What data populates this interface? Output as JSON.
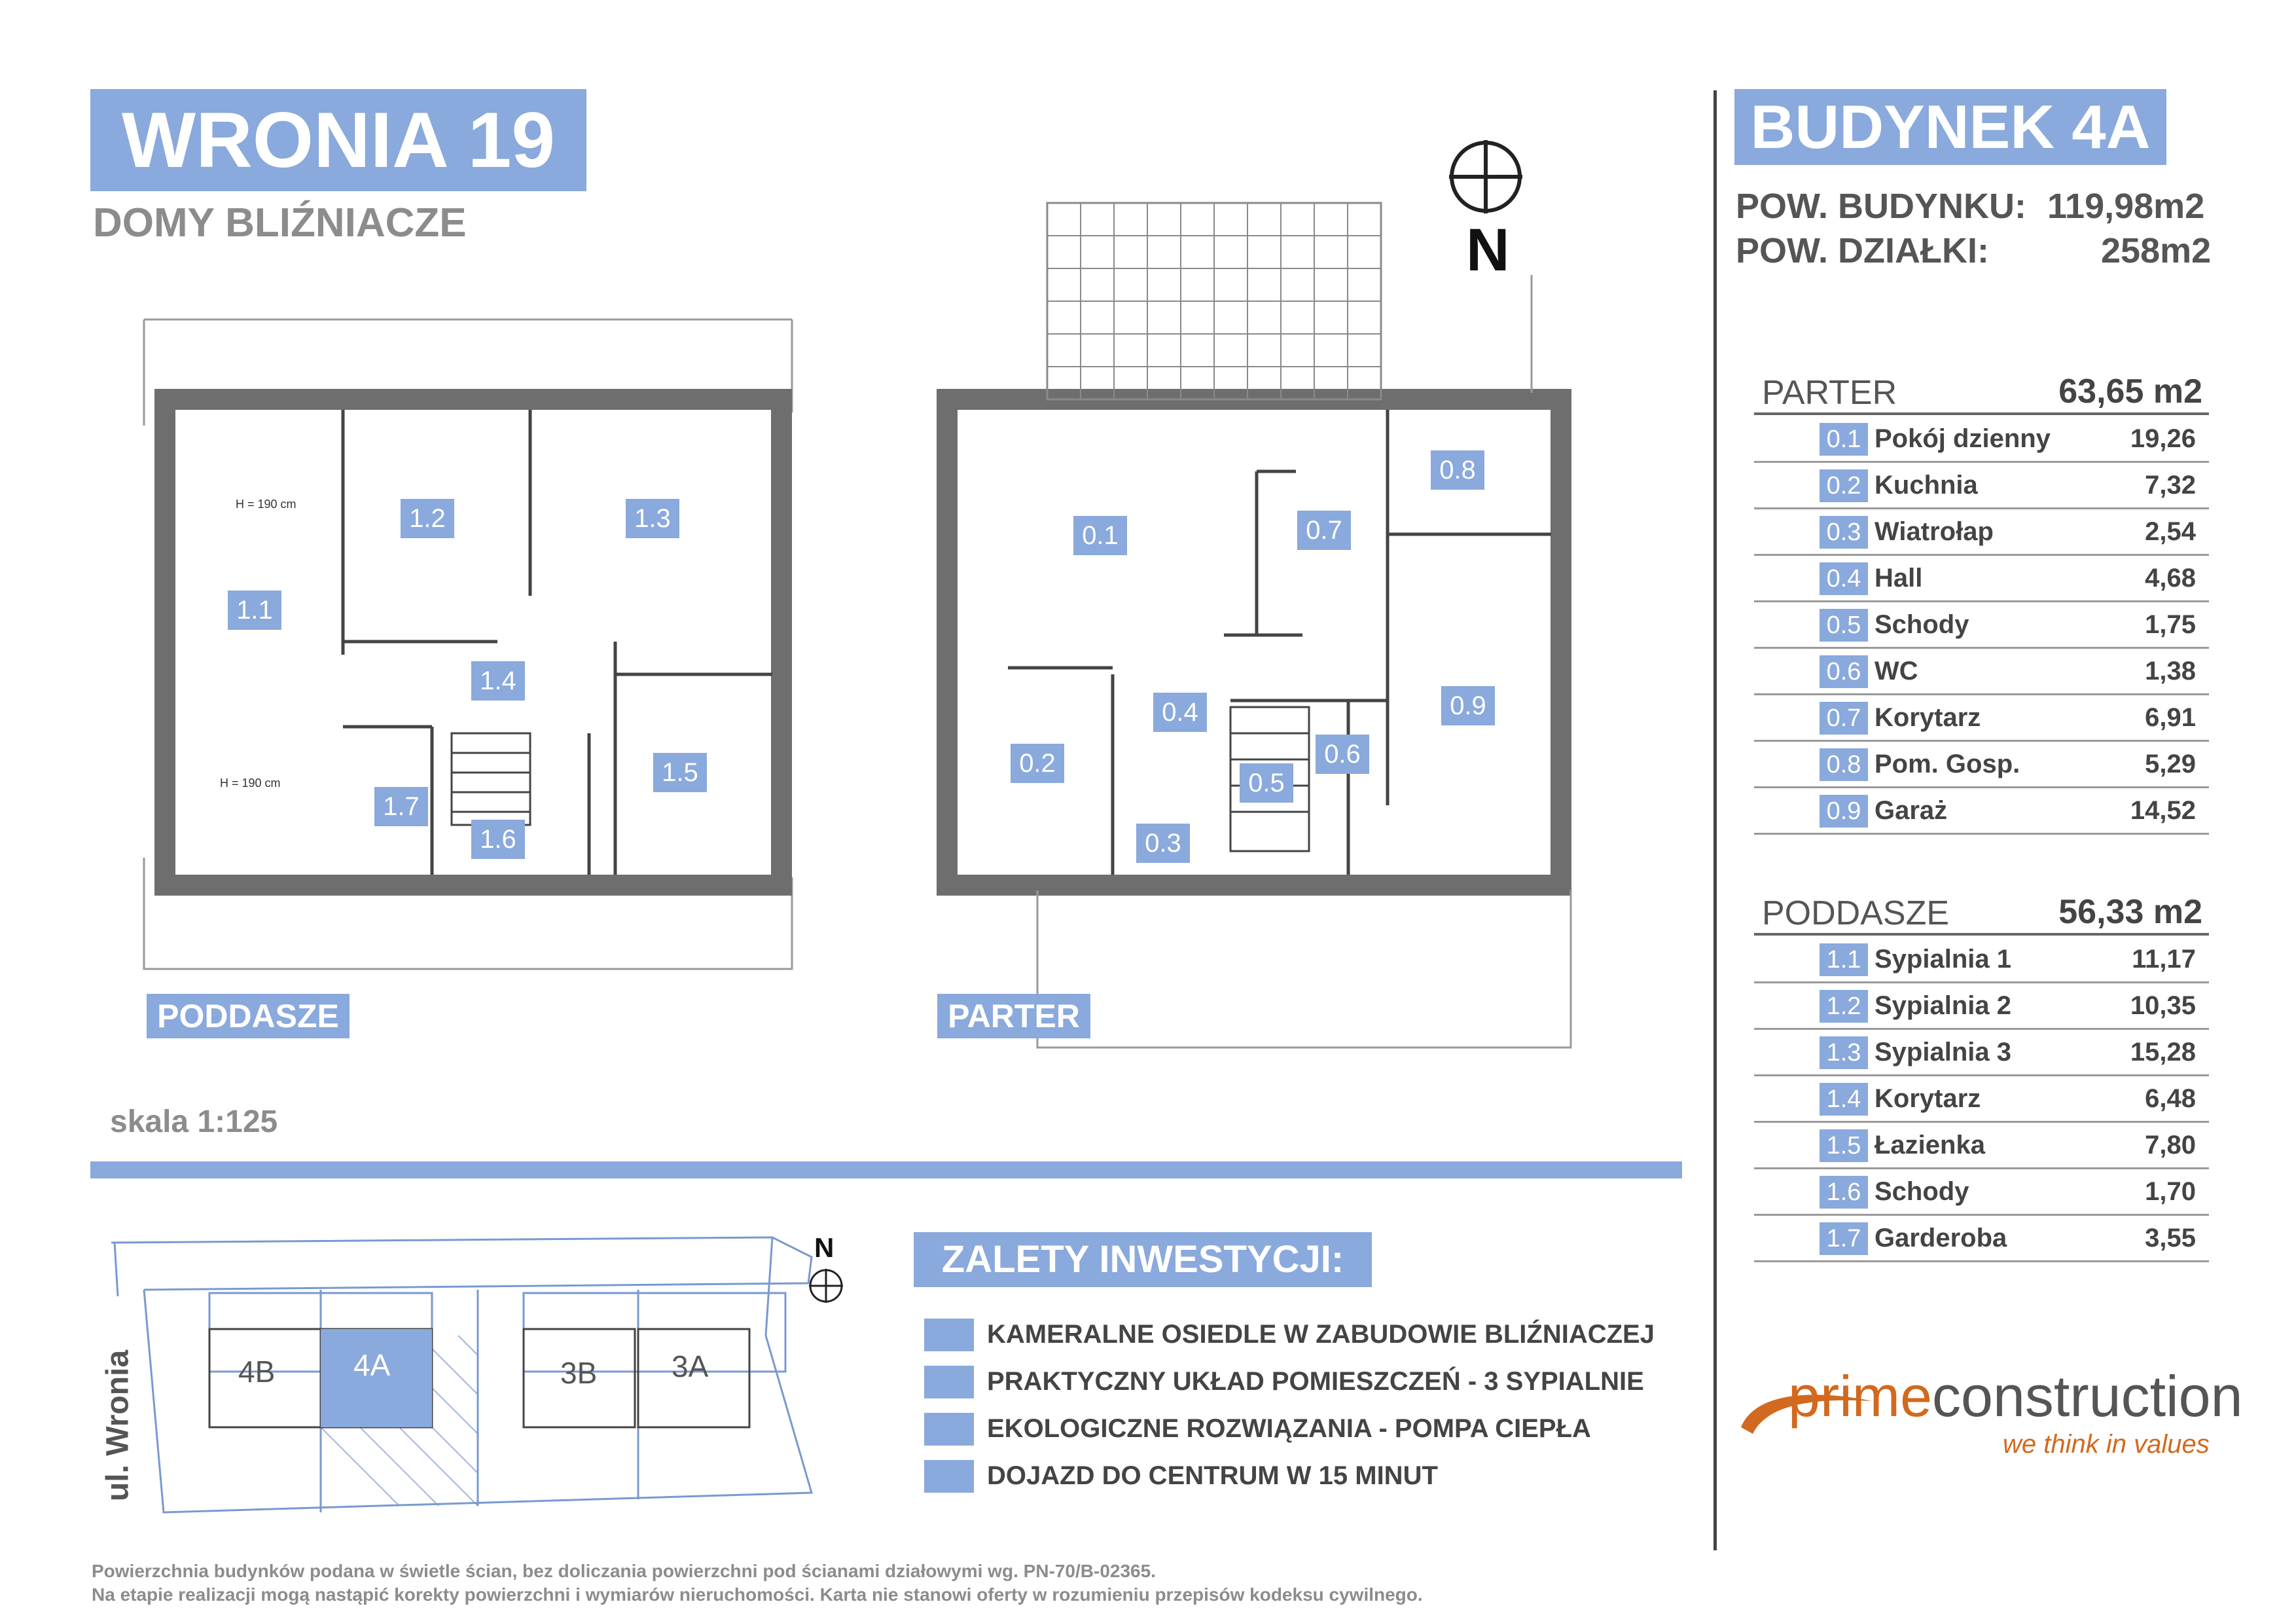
{
  "header": {
    "project_title": "WRONIA 19",
    "project_subtitle": "DOMY BLIŹNIACZE",
    "building_label": "BUDYNEK 4A",
    "building_area_label": "POW. BUDYNKU:",
    "building_area_value": "119,98m2",
    "plot_area_label": "POW. DZIAŁKI:",
    "plot_area_value": "258m2"
  },
  "compass": {
    "north_label": "N"
  },
  "plans": {
    "attic_label": "PODDASZE",
    "ground_label": "PARTER",
    "scale": "skala 1:125",
    "attic_rooms": [
      "1.1",
      "1.2",
      "1.3",
      "1.4",
      "1.5",
      "1.6",
      "1.7"
    ],
    "ground_rooms": [
      "0.1",
      "0.2",
      "0.3",
      "0.4",
      "0.5",
      "0.6",
      "0.7",
      "0.8",
      "0.9"
    ],
    "notes": {
      "h190_a": "H = 190 cm",
      "h190_b": "H = 190 cm"
    }
  },
  "parter": {
    "title": "PARTER",
    "total": "63,65 m2",
    "rooms": [
      {
        "num": "0.1",
        "name": "Pokój dzienny",
        "area": "19,26"
      },
      {
        "num": "0.2",
        "name": "Kuchnia",
        "area": "7,32"
      },
      {
        "num": "0.3",
        "name": "Wiatrołap",
        "area": "2,54"
      },
      {
        "num": "0.4",
        "name": "Hall",
        "area": "4,68"
      },
      {
        "num": "0.5",
        "name": "Schody",
        "area": "1,75"
      },
      {
        "num": "0.6",
        "name": "WC",
        "area": "1,38"
      },
      {
        "num": "0.7",
        "name": "Korytarz",
        "area": "6,91"
      },
      {
        "num": "0.8",
        "name": "Pom. Gosp.",
        "area": "5,29"
      },
      {
        "num": "0.9",
        "name": "Garaż",
        "area": "14,52"
      }
    ]
  },
  "poddasze": {
    "title": "PODDASZE",
    "total": "56,33 m2",
    "rooms": [
      {
        "num": "1.1",
        "name": "Sypialnia 1",
        "area": "11,17"
      },
      {
        "num": "1.2",
        "name": "Sypialnia 2",
        "area": "10,35"
      },
      {
        "num": "1.3",
        "name": "Sypialnia 3",
        "area": "15,28"
      },
      {
        "num": "1.4",
        "name": "Korytarz",
        "area": "6,48"
      },
      {
        "num": "1.5",
        "name": "Łazienka",
        "area": "7,80"
      },
      {
        "num": "1.6",
        "name": "Schody",
        "area": "1,70"
      },
      {
        "num": "1.7",
        "name": "Garderoba",
        "area": "3,55"
      }
    ]
  },
  "site_map": {
    "street": "ul. Wronia",
    "north": "N",
    "buildings": [
      "4B",
      "4A",
      "3B",
      "3A"
    ]
  },
  "advantages": {
    "title": "ZALETY INWESTYCJI:",
    "items": [
      "KAMERALNE OSIEDLE W ZABUDOWIE BLIŹNIACZEJ",
      "PRAKTYCZNY UKŁAD POMIESZCZEŃ - 3 SYPIALNIE",
      "EKOLOGICZNE ROZWIĄZANIA - POMPA CIEPŁA",
      "DOJAZD DO CENTRUM W 15 MINUT"
    ]
  },
  "brand": {
    "name_part1": "prime",
    "name_part2": "construction",
    "slogan": "we think in values",
    "orange": "#d2691e",
    "accent_blue": "#8aa9dc"
  },
  "footer": {
    "line1": "Powierzchnia budynków podana w świetle ścian, bez doliczania powierzchni pod ścianami działowymi wg. PN-70/B-02365.",
    "line2": "Na etapie realizacji mogą nastąpić korekty powierzchni i wymiarów nieruchomości. Karta nie stanowi oferty w rozumieniu przepisów kodeksu cywilnego."
  }
}
